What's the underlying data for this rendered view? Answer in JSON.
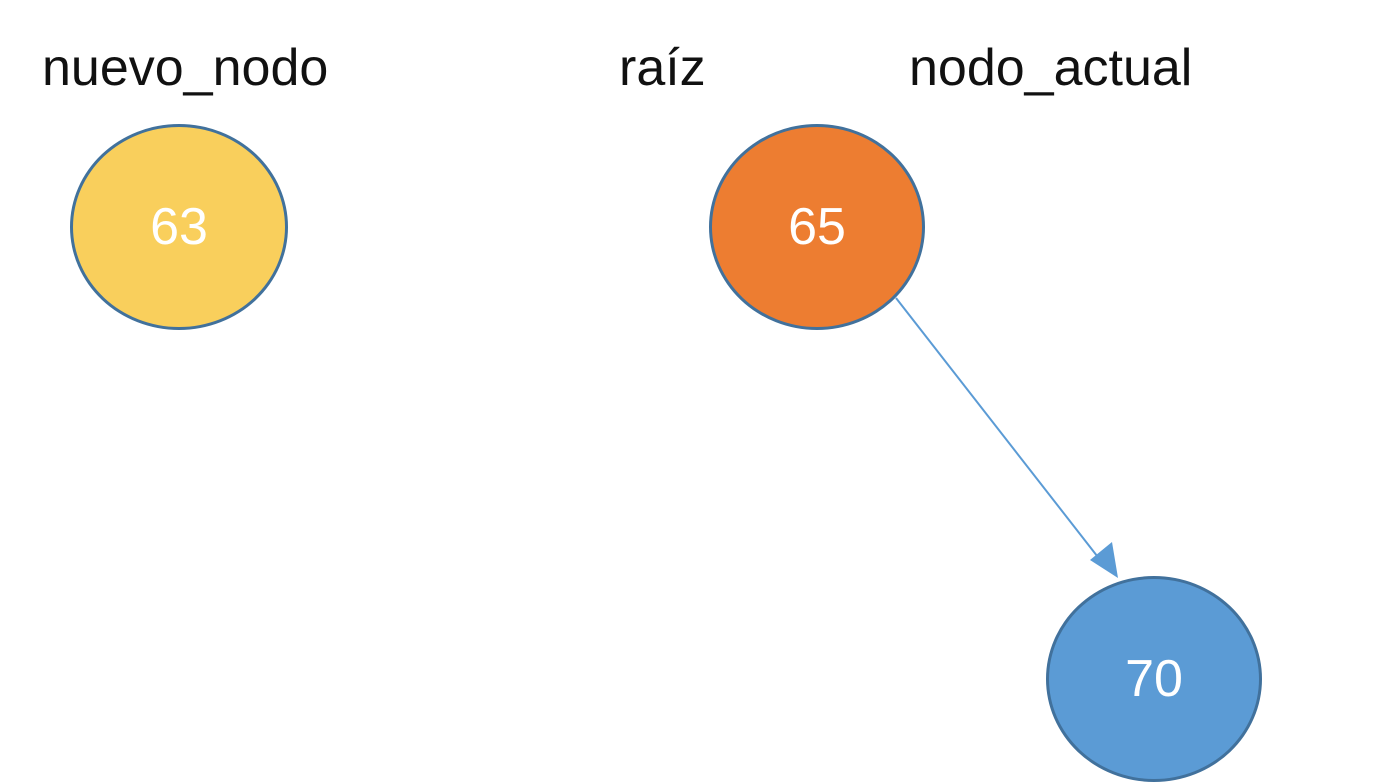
{
  "labels": {
    "nuevo_nodo": "nuevo_nodo",
    "raiz": "raíz",
    "nodo_actual": "nodo_actual"
  },
  "nodes": [
    {
      "id": "nuevo",
      "value": "63",
      "color": "#f9cf5c"
    },
    {
      "id": "raiz",
      "value": "65",
      "color": "#ed7d31"
    },
    {
      "id": "hijo_derecho",
      "value": "70",
      "color": "#5b9bd5"
    }
  ],
  "colors": {
    "node_border": "#41719c",
    "edge": "#5b9bd5",
    "text": "#111111",
    "node_text": "#ffffff"
  },
  "edges": [
    {
      "from": "65",
      "to": "70"
    }
  ]
}
